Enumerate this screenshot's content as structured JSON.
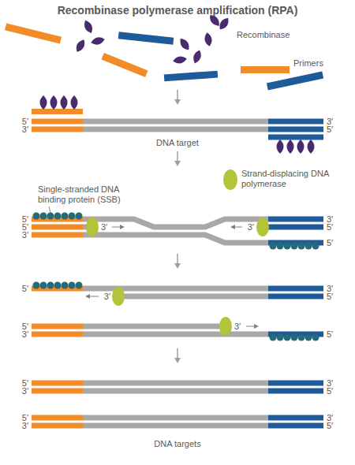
{
  "diagram": {
    "title": "Recombinase polymerase amplification (RPA)",
    "labels": [
      "Recombinase",
      "Primers",
      "5′",
      "3′",
      "3′",
      "5′",
      "DNA target",
      "Strand-displacing DNA polymerase",
      "Single-stranded DNA binding protein (SSB)",
      "5′",
      "3′",
      "5′",
      "3′",
      "3′",
      "5′",
      "3′",
      "5′",
      "5′",
      "3′",
      "3′",
      "5′",
      "5′",
      "3′",
      "3′",
      "5′",
      "5′",
      "3′",
      "3′",
      "5′",
      "5′",
      "3′",
      "3′",
      "5′",
      "DNA targets"
    ]
  }
}
